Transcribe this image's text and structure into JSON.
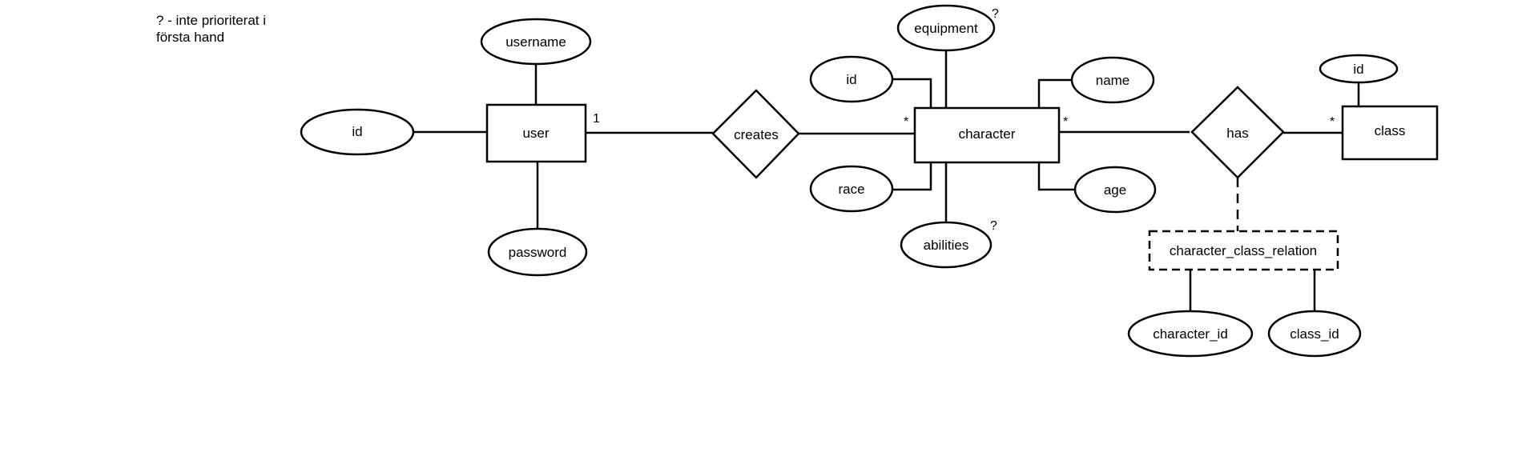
{
  "note": {
    "line1": "? - inte prioriterat i",
    "line2": "första hand"
  },
  "entities": {
    "user": "user",
    "character": "character",
    "class": "class",
    "character_class_relation": "character_class_relation"
  },
  "relationships": {
    "creates": "creates",
    "has": "has"
  },
  "attributes": {
    "user_id": "id",
    "user_username": "username",
    "user_password": "password",
    "character_id": "id",
    "character_equipment": "equipment",
    "character_name": "name",
    "character_race": "race",
    "character_abilities": "abilities",
    "character_age": "age",
    "class_id": "id",
    "relation_character_id": "character_id",
    "relation_class_id": "class_id"
  },
  "cardinalities": {
    "user_creates": "1",
    "creates_character": "*",
    "character_has": "*",
    "has_class": "*"
  },
  "optional_marks": {
    "equipment": "?",
    "abilities": "?"
  }
}
